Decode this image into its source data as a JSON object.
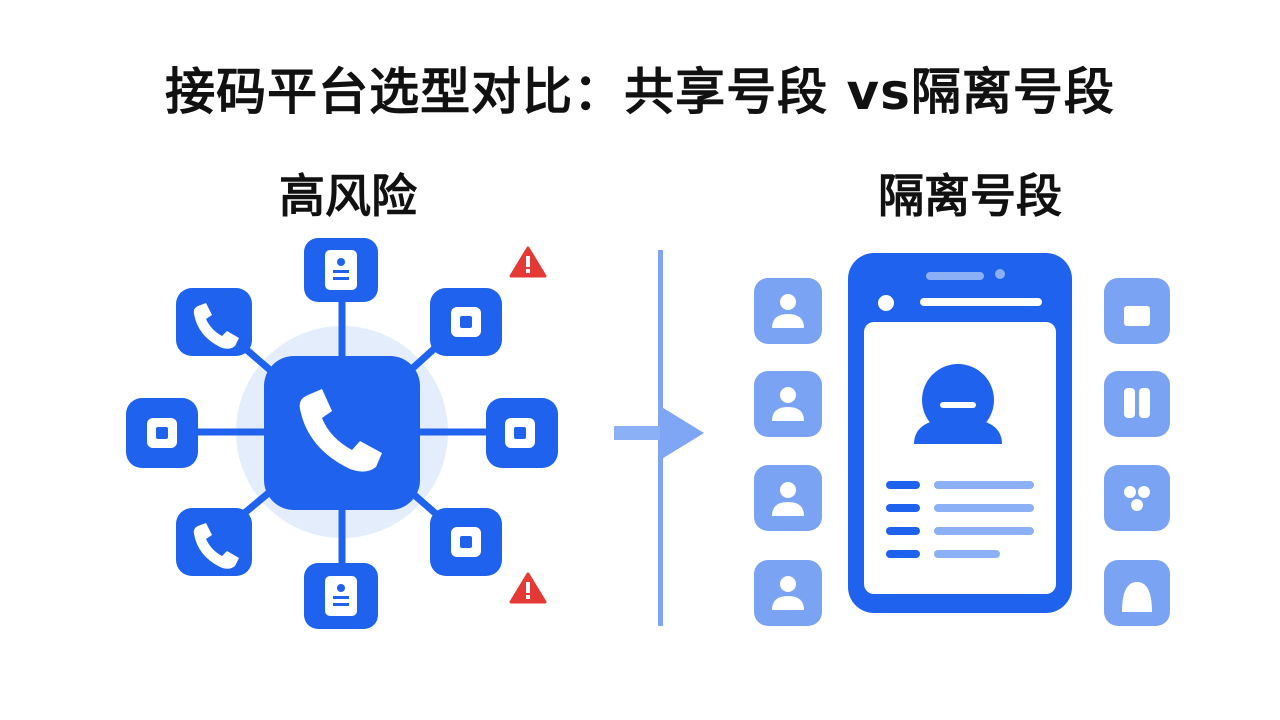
{
  "title": "接码平台选型对比：共享号段 vs隔离号段",
  "left_panel": {
    "label": "高风险",
    "colors": {
      "primary": "#1f62ee",
      "halo": "#e4edfb",
      "warning": "#e53935"
    }
  },
  "right_panel": {
    "label": "隔离号段",
    "colors": {
      "primary": "#1f62ee",
      "light": "#8bb0f6",
      "tile": "#7aa4f3",
      "divider": "#7ea6f4"
    }
  }
}
